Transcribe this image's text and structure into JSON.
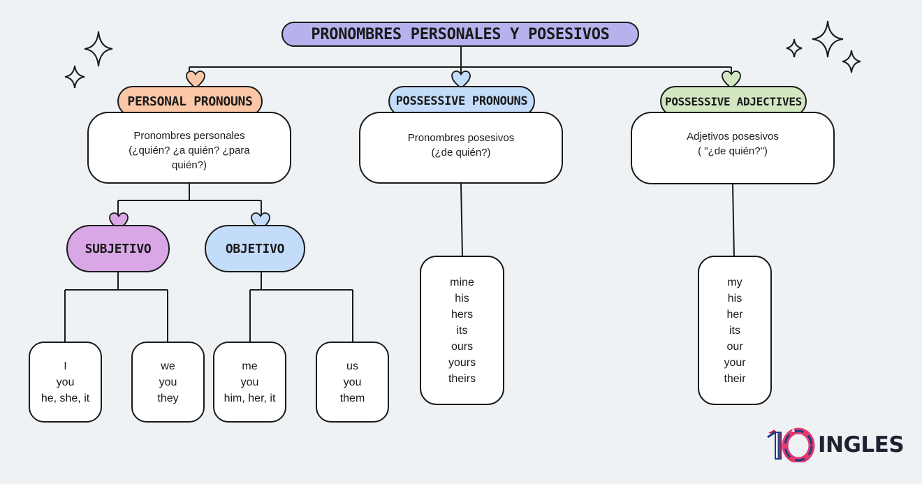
{
  "title": "PRONOMBRES PERSONALES Y POSESIVOS",
  "colors": {
    "title": "#b7b2ee",
    "personal": "#fbc7a6",
    "possessive_pronouns": "#c3dcfa",
    "possessive_adjectives": "#d3e6c2",
    "subjetivo": "#d9a6e6",
    "objetivo": "#c3dcfa",
    "background": "#eff2f4"
  },
  "personal": {
    "label": "PERSONAL PRONOUNS",
    "desc_line1": "Pronombres personales",
    "desc_line2": "(¿quién? ¿a quién? ¿para",
    "desc_line3": "quién?)"
  },
  "possessive_pronouns": {
    "label": "POSSESSIVE PRONOUNS",
    "desc_line1": "Pronombres posesivos",
    "desc_line2": "(¿de quién?)",
    "items": [
      "mine",
      "his",
      "hers",
      "its",
      "ours",
      "yours",
      "theirs"
    ]
  },
  "possessive_adjectives": {
    "label": "POSSESSIVE ADJECTIVES",
    "desc_line1": "Adjetivos posesivos",
    "desc_line2": "( \"¿de quién?\")",
    "items": [
      "my",
      "his",
      "her",
      "its",
      "our",
      "your",
      "their"
    ]
  },
  "subjetivo": {
    "label": "SUBJETIVO",
    "singular": [
      "I",
      "you",
      "he, she, it"
    ],
    "plural": [
      "we",
      "you",
      "they"
    ]
  },
  "objetivo": {
    "label": "OBJETIVO",
    "singular": [
      "me",
      "you",
      "him, her, it"
    ],
    "plural": [
      "us",
      "you",
      "them"
    ]
  },
  "logo": {
    "number": "10",
    "text": "INGLES"
  }
}
